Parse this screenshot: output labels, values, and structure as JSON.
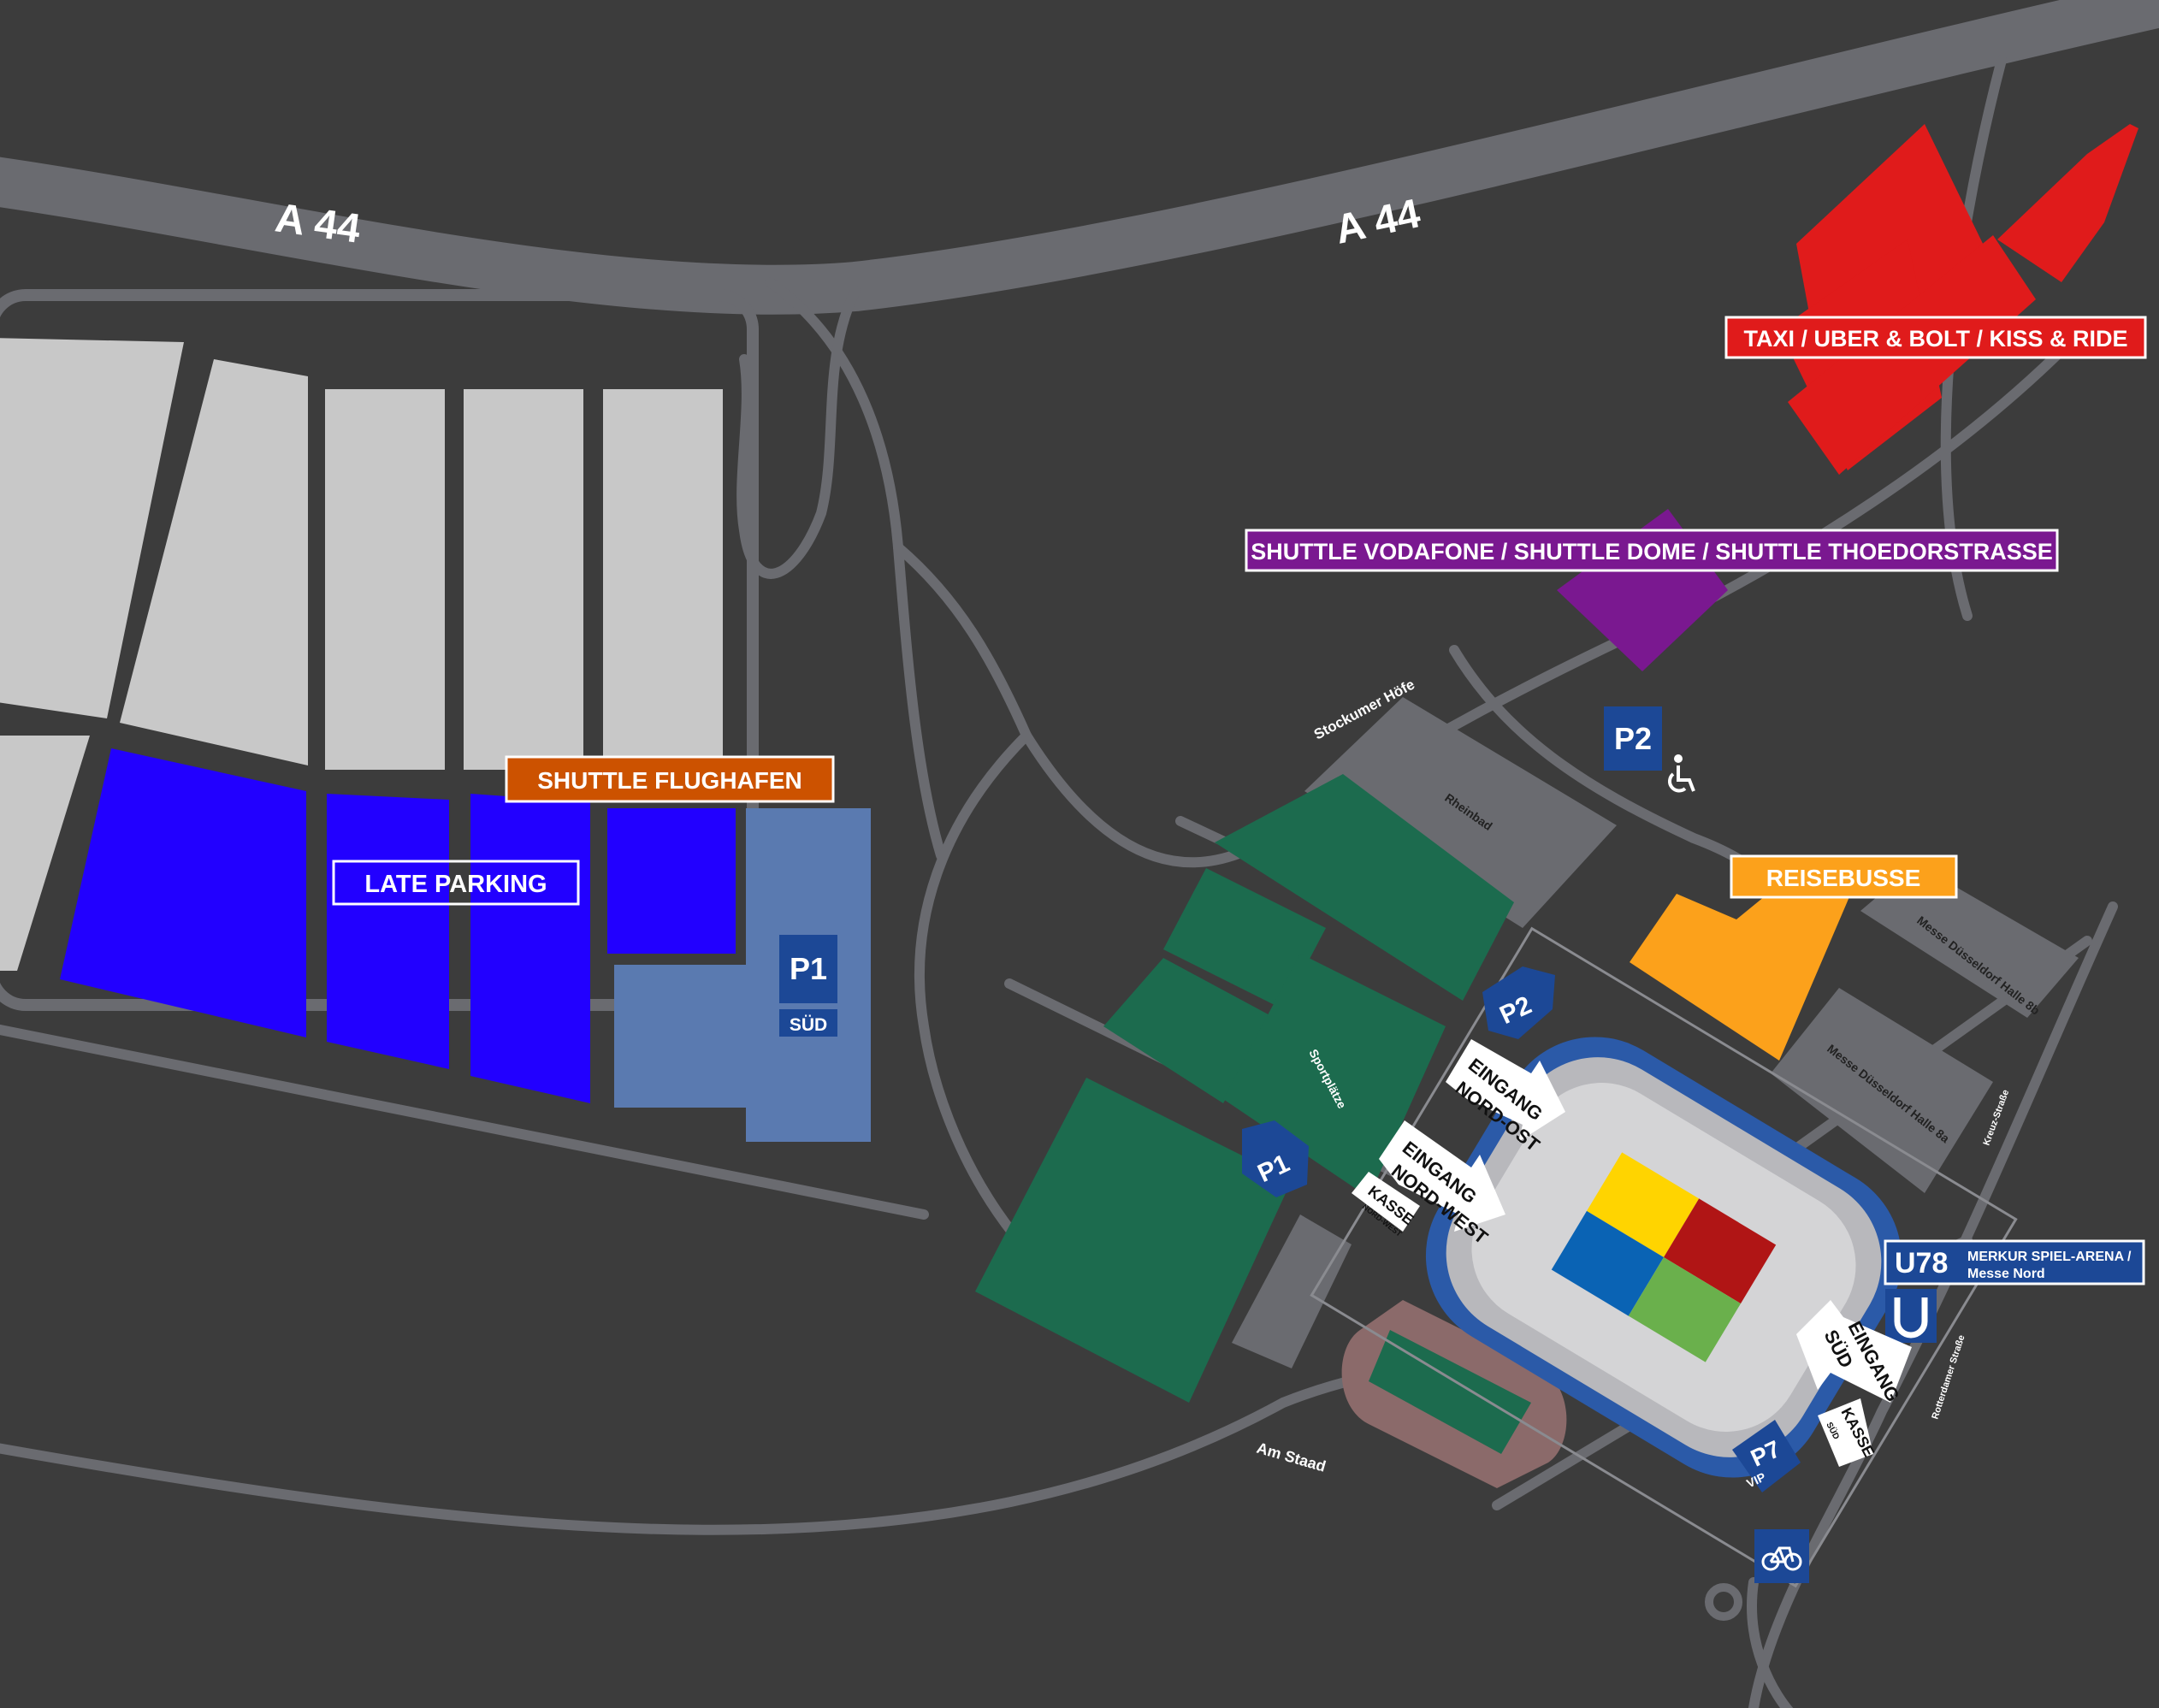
{
  "colors": {
    "background": "#3c3c3c",
    "road": "#6a6b70",
    "lot_light": "#c8c8c8",
    "lot_late": "#2200ff",
    "lot_p1": "#5a7ab0",
    "sport_green": "#1c6b4e",
    "taxi_red": "#e01b1b",
    "shuttle_purple": "#7a1890",
    "bus_orange": "#fca11b",
    "shuttle_orange": "#cc5200",
    "badge_blue": "#1c4896",
    "hall_grey": "#6a6b70",
    "track": "#8b6a6a",
    "seat_yellow": "#ffd400",
    "seat_red": "#b01515",
    "seat_blue": "#0a63b4",
    "seat_green": "#6ab04c"
  },
  "roads": {
    "highway_label_left": "A 44",
    "highway_label_right": "A 44",
    "street_stockum": "Stockumer Höfe",
    "street_am_staad": "Am Staad",
    "street_kreuz": "Kreuz-Straße",
    "street_rotterdam": "Rotterdamer Straße"
  },
  "labels": {
    "taxi": "TAXI / UBER & BOLT / KISS & RIDE",
    "shuttle_purple": "SHUTTLE VODAFONE / SHUTTLE DOME / SHUTTLE THOEDORSTRASSE",
    "shuttle_flughafen": "SHUTTLE FLUGHAFEN",
    "late_parking": "LATE PARKING",
    "reisebusse": "REISEBUSSE"
  },
  "badges": {
    "p1_big": "P1",
    "p1_big_sub": "SÜD",
    "p1_marker": "P1",
    "p2_square": "P2",
    "p2_marker": "P2",
    "p7": "P7",
    "p7_sub": "VIP",
    "u78": "U78",
    "u78_desc_1": "MERKUR SPIEL-ARENA /",
    "u78_desc_2": "Messe Nord"
  },
  "buildings": {
    "rheinbad": "Rheinbad",
    "sportplaetze": "Sportplätze",
    "halle_8b": "Messe Düsseldorf Halle 8b",
    "halle_8a": "Messe Düsseldorf Halle 8a"
  },
  "signs": {
    "nord_ost_1": "EINGANG",
    "nord_ost_2": "NORD-OST",
    "nord_west_1": "EINGANG",
    "nord_west_2": "NORD-WEST",
    "kasse_nw": "KASSE",
    "kasse_nw_sub": "NORD-WEST",
    "sued_1": "EINGANG",
    "sued_2": "SÜD",
    "kasse_sued": "KASSE",
    "kasse_sued_sub": "SÜD"
  },
  "icons": {
    "wheelchair": "wheelchair-icon",
    "bicycle": "bicycle-icon",
    "subway": "u-bahn-icon"
  }
}
